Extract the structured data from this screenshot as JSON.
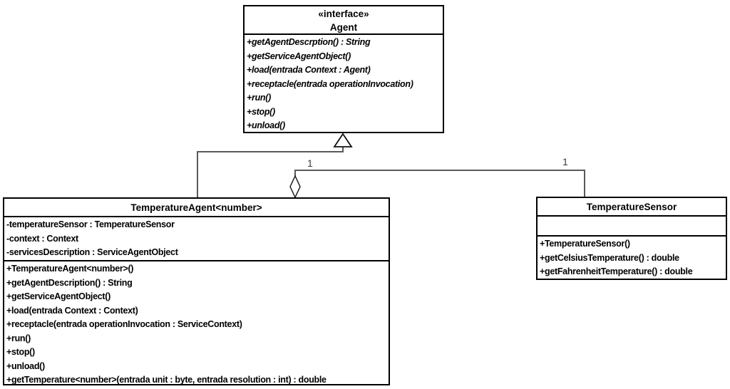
{
  "colors": {
    "background": "#ffffff",
    "box_border": "#000000",
    "text": "#000000",
    "connector": "#595959"
  },
  "diagram": {
    "classes": [
      {
        "id": "agent",
        "stereotype": "«interface»",
        "name": "Agent",
        "attributes": [],
        "methods": [
          "+getAgentDescrption() : String",
          "+getServiceAgentObject()",
          "+load(entrada Context : Agent)",
          "+receptacle(entrada operationInvocation)",
          "+run()",
          "+stop()",
          "+unload()"
        ]
      },
      {
        "id": "temperature-agent",
        "stereotype": "",
        "name": "TemperatureAgent<number>",
        "attributes": [
          "-temperatureSensor : TemperatureSensor",
          "-context : Context",
          "-servicesDescription : ServiceAgentObject"
        ],
        "methods": [
          "+TemperatureAgent<number>()",
          "+getAgentDescription() : String",
          "+getServiceAgentObject()",
          "+load(entrada Context : Context)",
          "+receptacle(entrada operationInvocation : ServiceContext)",
          "+run()",
          "+stop()",
          "+unload()",
          "+getTemperature<number>(entrada unit : byte, entrada resolution : int) : double"
        ]
      },
      {
        "id": "temperature-sensor",
        "stereotype": "",
        "name": "TemperatureSensor",
        "attributes": [],
        "methods": [
          "+TemperatureSensor()",
          "+getCelsiusTemperature() : double",
          "+getFahrenheitTemperature() : double"
        ]
      }
    ],
    "relationships": [
      {
        "type": "generalization",
        "from": "TemperatureAgent<number>",
        "to": "Agent"
      },
      {
        "type": "aggregation",
        "from": "TemperatureAgent<number>",
        "to": "TemperatureSensor",
        "multiplicity_source": "1",
        "multiplicity_target": "1"
      }
    ]
  }
}
